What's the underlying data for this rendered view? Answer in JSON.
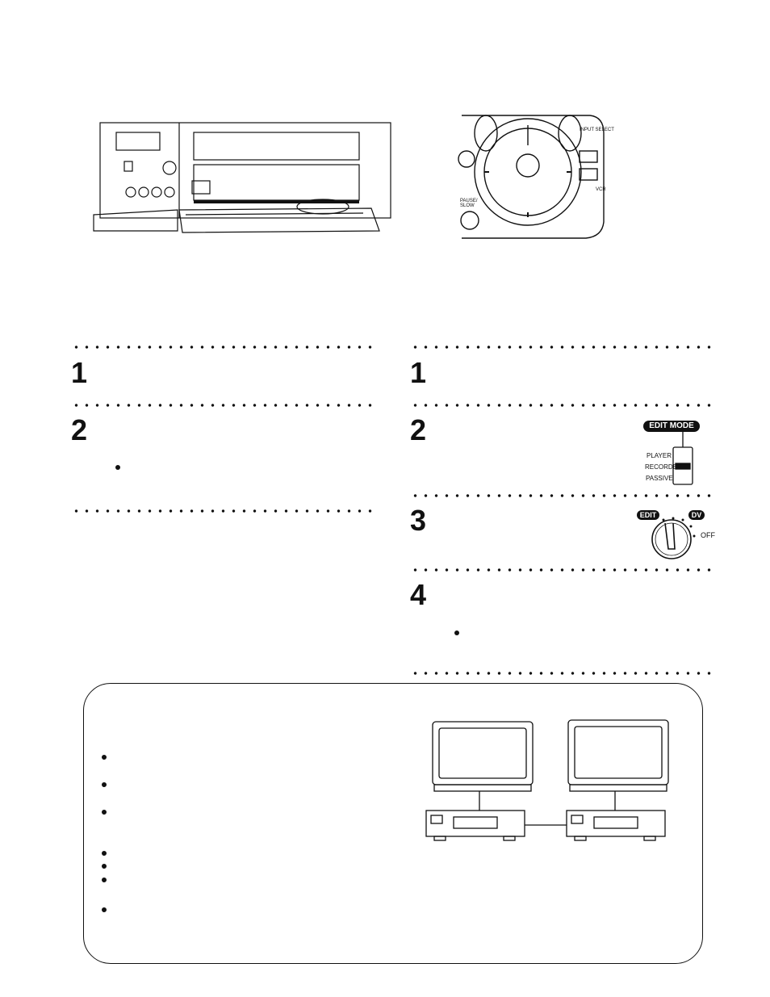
{
  "left_steps": [
    "1",
    "2"
  ],
  "right_steps": [
    "1",
    "2",
    "3",
    "4"
  ],
  "edit_mode": {
    "header": "EDIT MODE",
    "options": [
      "PLAYER",
      "RECORDER",
      "PASSIVE"
    ]
  },
  "mode_dial": {
    "left_label": "EDIT",
    "right_label": "DV",
    "off_label": "OFF"
  },
  "remote_labels": {
    "pause_slow": "PAUSE/ SLOW",
    "input_select": "INPUT SELECT",
    "vcr": "VCR"
  }
}
